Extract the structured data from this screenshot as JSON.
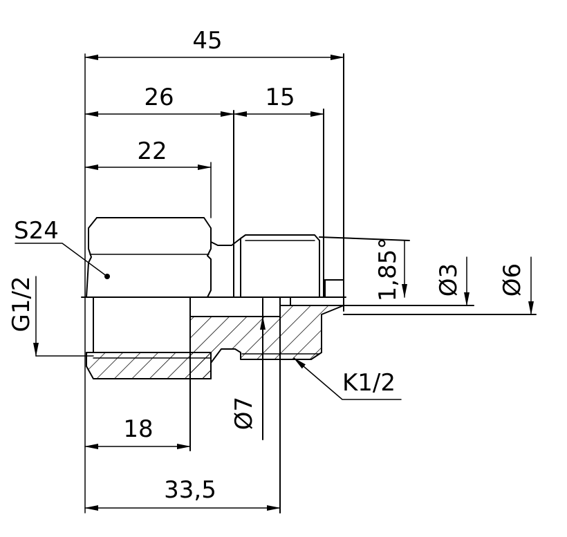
{
  "dimensions": {
    "overall_length": "45",
    "hex_length": "26",
    "thread_length": "15",
    "hex_body": "22",
    "hex_size": "S24",
    "inlet_thread": "G1/2",
    "outlet_thread": "K1/2",
    "inner_diameter_7": "Ø7",
    "diameter_3": "Ø3",
    "diameter_6": "Ø6",
    "angle": "1,85°",
    "bore_depth": "18",
    "length_33_5": "33,5"
  }
}
